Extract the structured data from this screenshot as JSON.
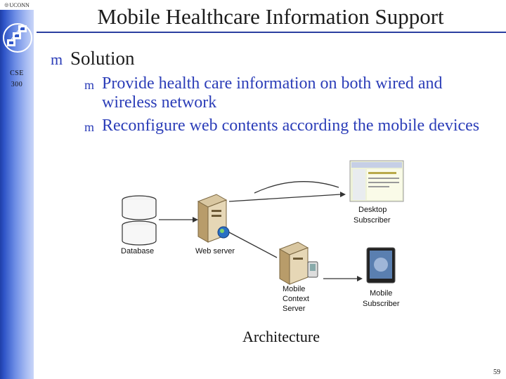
{
  "header": {
    "uconn_label": "UCONN",
    "title": "Mobile Healthcare Information Support"
  },
  "sidebar": {
    "course_line1": "CSE",
    "course_line2": "300"
  },
  "content": {
    "bullets": [
      {
        "label": "Solution",
        "sub": [
          "Provide health care information on both wired and wireless network",
          "Reconfigure web contents according the mobile devices"
        ]
      }
    ],
    "bullet_glyph": "m"
  },
  "diagram": {
    "nodes": {
      "database": "Database",
      "web_server": "Web server",
      "desktop": [
        "Desktop",
        "Subscriber"
      ],
      "context_server": [
        "Mobile",
        "Context",
        "Server"
      ],
      "mobile": [
        "Mobile",
        "Subscriber"
      ]
    },
    "caption": "Architecture"
  },
  "footer": {
    "page_number": "59"
  },
  "colors": {
    "accent": "#2b3db8",
    "sidebar": "#2f55c8"
  }
}
